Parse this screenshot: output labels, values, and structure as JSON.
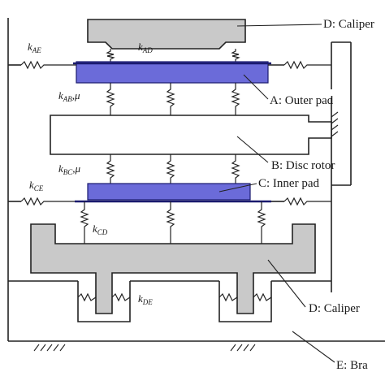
{
  "labels": {
    "caliper_top": "D: Caliper",
    "outer_pad": "A: Outer pad",
    "disc_rotor": "B: Disc rotor",
    "inner_pad": "C: Inner pad",
    "caliper_bottom": "D: Caliper",
    "bracket": "E: Bra"
  },
  "symbols": {
    "k_AE": {
      "base": "k",
      "sub": "AE"
    },
    "k_AD": {
      "base": "k",
      "sub": "AD"
    },
    "k_AB": {
      "base": "k",
      "sub": "AB",
      "suffix": ",μ"
    },
    "k_BC": {
      "base": "k",
      "sub": "BC",
      "suffix": ",μ"
    },
    "k_CE": {
      "base": "k",
      "sub": "CE"
    },
    "k_CD": {
      "base": "k",
      "sub": "CD"
    },
    "k_DE": {
      "base": "k",
      "sub": "DE"
    }
  },
  "colors": {
    "pad_fill": "#6b6bd9",
    "pad_edge": "#1a1a6e",
    "caliper_fill": "#c9c9c9",
    "line": "#222222"
  }
}
